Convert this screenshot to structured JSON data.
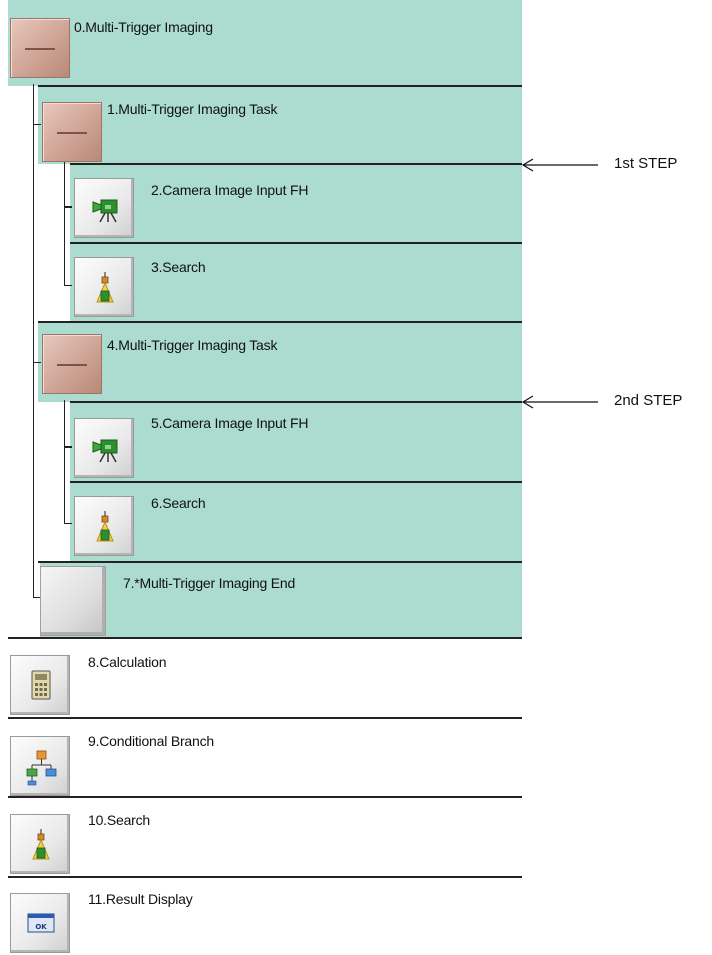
{
  "items": [
    {
      "label": "0.Multi-Trigger Imaging",
      "icon": "group-icon"
    },
    {
      "label": "1.Multi-Trigger Imaging Task",
      "icon": "group-icon"
    },
    {
      "label": "2.Camera Image Input FH",
      "icon": "camera-icon"
    },
    {
      "label": "3.Search",
      "icon": "search-icon"
    },
    {
      "label": "4.Multi-Trigger Imaging Task",
      "icon": "group-icon"
    },
    {
      "label": "5.Camera Image Input FH",
      "icon": "camera-icon"
    },
    {
      "label": "6.Search",
      "icon": "search-icon"
    },
    {
      "label": "7.*Multi-Trigger Imaging End",
      "icon": "end-icon"
    },
    {
      "label": "8.Calculation",
      "icon": "calculator-icon"
    },
    {
      "label": "9.Conditional Branch",
      "icon": "branch-icon"
    },
    {
      "label": "10.Search",
      "icon": "search-icon"
    },
    {
      "label": "11.Result Display",
      "icon": "ok-icon"
    }
  ],
  "annotations": {
    "step1": "1st STEP",
    "step2": "2nd STEP"
  },
  "colors": {
    "group_background": "#abdccf",
    "group_icon": "#cfa496",
    "line": "#222222"
  }
}
